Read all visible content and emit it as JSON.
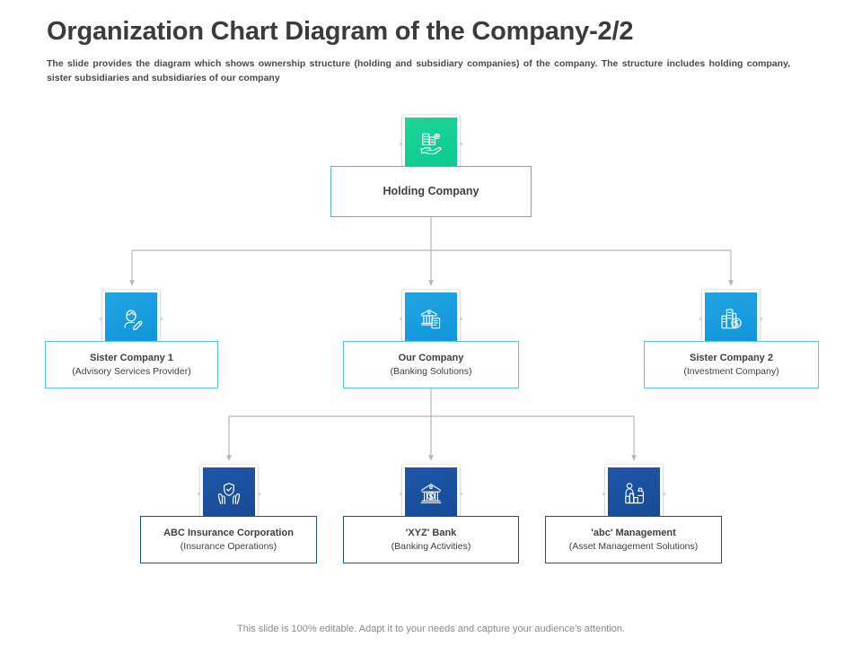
{
  "slide": {
    "title": "Organization Chart Diagram of the Company-2/2",
    "subtitle": "The slide provides the diagram which shows ownership structure (holding and subsidiary companies) of the company. The structure includes holding company, sister subsidiaries and subsidiaries of our company",
    "footer": "This slide is 100% editable. Adapt it to your needs and capture your audience's attention."
  },
  "colors": {
    "holding_accent": "#0bc98f",
    "holding_border": "#4dbfa6",
    "row2_accent": "#0f95db",
    "row2_border": "#59c4e8",
    "row3_accent": "#154a95",
    "row3_border": "#1d4f93",
    "connector": "#b7b7b7",
    "title_text": "#3b3b3b",
    "body_text": "#404040",
    "footer_text": "#8a8a8a"
  },
  "chart_data": {
    "type": "diagram",
    "title": "Organization Chart Diagram of the Company-2/2",
    "layout": "top-down org tree, 3 levels",
    "levels": [
      {
        "level": 1,
        "nodes": [
          {
            "id": "holding",
            "title": "Holding Company",
            "subtitle": "",
            "icon": "hand-holding-buildings-icon",
            "accent": "#0bc98f"
          }
        ]
      },
      {
        "level": 2,
        "nodes": [
          {
            "id": "sister1",
            "title": "Sister Company 1",
            "subtitle": "(Advisory Services Provider)",
            "icon": "advisor-person-pen-icon",
            "accent": "#0f95db"
          },
          {
            "id": "ourco",
            "title": "Our Company",
            "subtitle": "(Banking Solutions)",
            "icon": "bank-document-icon",
            "accent": "#0f95db"
          },
          {
            "id": "sister2",
            "title": "Sister Company 2",
            "subtitle": "(Investment Company)",
            "icon": "buildings-dollar-icon",
            "accent": "#0f95db"
          }
        ]
      },
      {
        "level": 3,
        "nodes": [
          {
            "id": "abcins",
            "title": "ABC Insurance Corporation",
            "subtitle": "(Insurance Operations)",
            "icon": "shield-in-hands-icon",
            "accent": "#154a95"
          },
          {
            "id": "xyzbank",
            "title": "'XYZ' Bank",
            "subtitle": "(Banking Activities)",
            "icon": "bank-dollar-icon",
            "accent": "#154a95"
          },
          {
            "id": "abcmgmt",
            "title": "'abc' Management",
            "subtitle": "(Asset Management Solutions)",
            "icon": "asset-management-person-icon",
            "accent": "#154a95"
          }
        ]
      }
    ],
    "edges": [
      {
        "from": "holding",
        "to": "sister1"
      },
      {
        "from": "holding",
        "to": "ourco"
      },
      {
        "from": "holding",
        "to": "sister2"
      },
      {
        "from": "ourco",
        "to": "abcins"
      },
      {
        "from": "ourco",
        "to": "xyzbank"
      },
      {
        "from": "ourco",
        "to": "abcmgmt"
      }
    ]
  },
  "nodes": {
    "holding": {
      "title": "Holding Company",
      "subtitle": ""
    },
    "sister1": {
      "title": "Sister Company 1",
      "subtitle": "(Advisory Services Provider)"
    },
    "ourco": {
      "title": "Our Company",
      "subtitle": "(Banking Solutions)"
    },
    "sister2": {
      "title": "Sister Company 2",
      "subtitle": "(Investment Company)"
    },
    "abcins": {
      "title": "ABC Insurance Corporation",
      "subtitle": "(Insurance Operations)"
    },
    "xyzbank": {
      "title": "'XYZ' Bank",
      "subtitle": "(Banking Activities)"
    },
    "abcmgmt": {
      "title": "'abc' Management",
      "subtitle": "(Asset Management Solutions)"
    }
  }
}
